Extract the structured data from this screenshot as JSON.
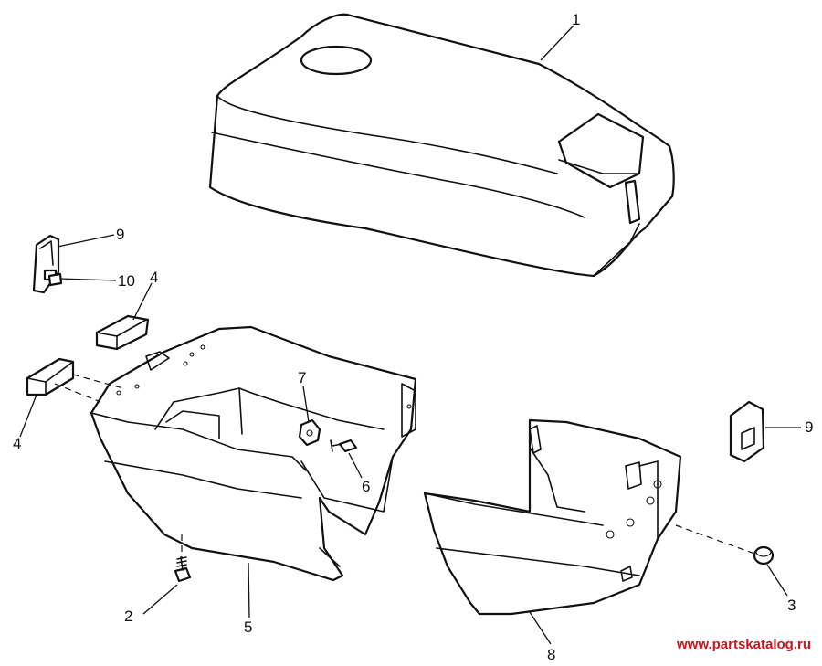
{
  "callouts": {
    "c1": "1",
    "c2": "2",
    "c3": "3",
    "c4a": "4",
    "c4b": "4",
    "c5": "5",
    "c6": "6",
    "c7": "7",
    "c8": "8",
    "c9a": "9",
    "c9b": "9",
    "c10": "10"
  },
  "watermark": "www.partskatalog.ru",
  "colors": {
    "line": "#111111",
    "background": "#ffffff",
    "watermark": "#c8161d"
  }
}
